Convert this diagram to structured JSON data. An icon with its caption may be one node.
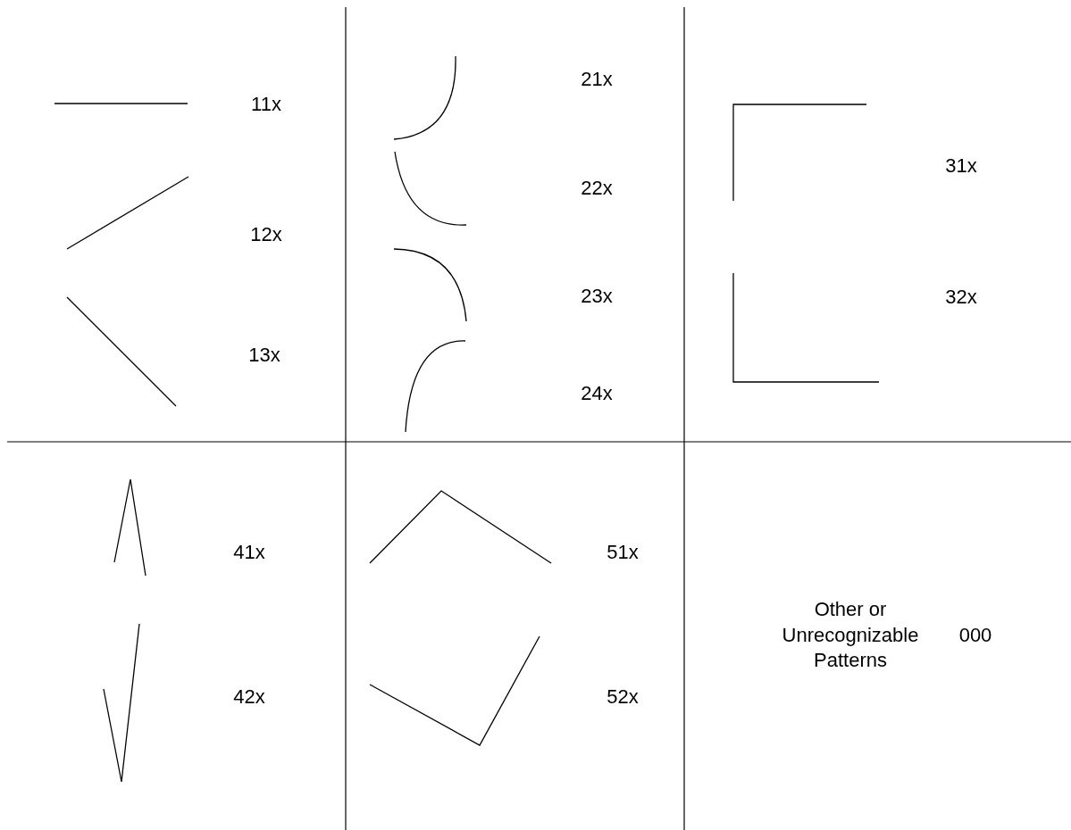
{
  "diagram": {
    "labels": [
      "11x",
      "21x",
      "31x",
      "12x",
      "22x",
      "13x",
      "23x",
      "32x",
      "24x",
      "41x",
      "51x",
      "Other or Unrecognizable Patterns",
      "000",
      "42x",
      "52x"
    ]
  }
}
